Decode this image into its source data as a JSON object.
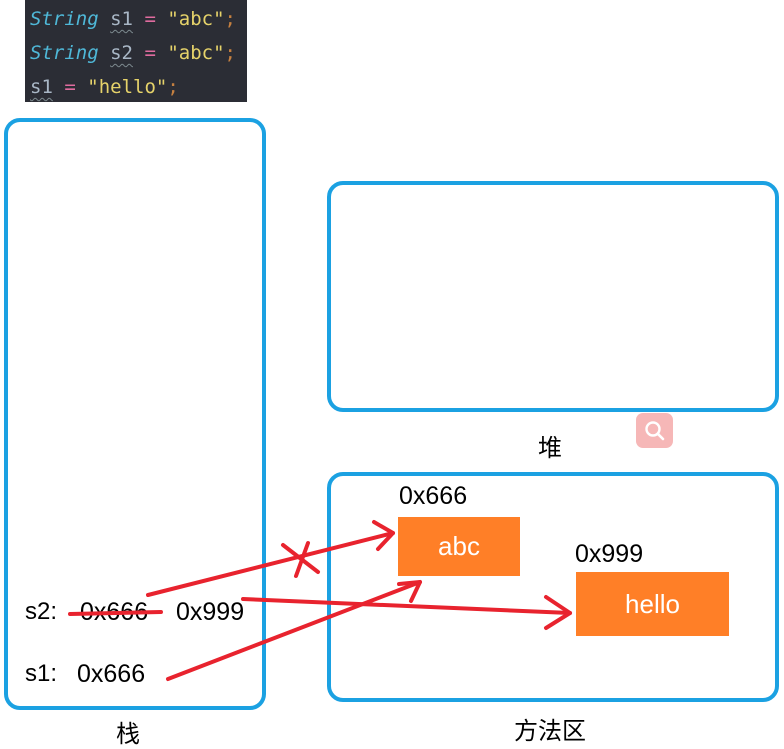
{
  "code": {
    "lines": [
      {
        "type": "String",
        "name": "s1",
        "op": "=",
        "value": "\"abc\"",
        "end": ";"
      },
      {
        "type": "String",
        "name": "s2",
        "op": "=",
        "value": "\"abc\"",
        "end": ";"
      },
      {
        "type": "",
        "name": "s1",
        "op": "=",
        "value": "\"hello\"",
        "end": ";"
      }
    ]
  },
  "areas": {
    "stack": "栈",
    "heap": "堆",
    "method": "方法区"
  },
  "stack": {
    "s2": {
      "label": "s2:",
      "old_addr": "0x666",
      "new_addr": "0x999"
    },
    "s1": {
      "label": "s1:",
      "addr": "0x666"
    }
  },
  "method_area": {
    "abc": {
      "addr": "0x666",
      "text": "abc"
    },
    "hello": {
      "addr": "0x999",
      "text": "hello"
    }
  },
  "colors": {
    "box_border": "#1ba1e2",
    "string_fill": "#ff7f27",
    "arrow": "#e8232e"
  },
  "icons": {
    "search": "search-icon"
  }
}
